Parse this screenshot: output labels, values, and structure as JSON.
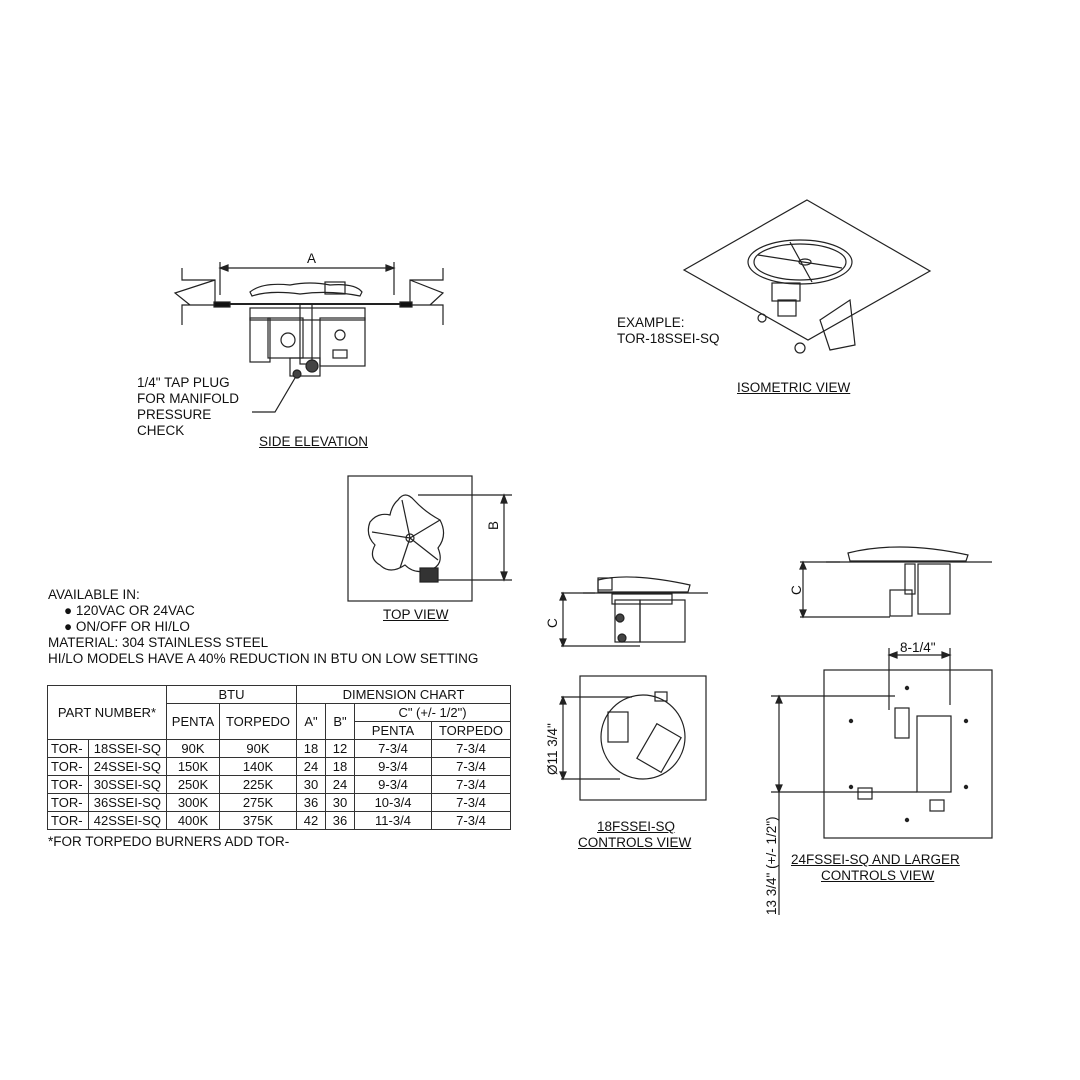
{
  "side_elevation": {
    "title": "SIDE ELEVATION",
    "dimension_label": "A",
    "callout": [
      "1/4\" TAP PLUG",
      "FOR MANIFOLD",
      "PRESSURE",
      "CHECK"
    ]
  },
  "isometric_view": {
    "title": "ISOMETRIC VIEW",
    "example_label": "EXAMPLE:",
    "example_part": "TOR-18SSEI-SQ"
  },
  "top_view": {
    "title": "TOP VIEW",
    "dimension_label": "B"
  },
  "notes": {
    "available_in": "AVAILABLE IN:",
    "bullets": [
      "120VAC OR 24VAC",
      "ON/OFF OR HI/LO"
    ],
    "material": "MATERIAL: 304 STAINLESS STEEL",
    "hilo_note": "HI/LO MODELS HAVE A 40% REDUCTION IN BTU ON LOW SETTING"
  },
  "table": {
    "headers": {
      "part_number": "PART NUMBER*",
      "btu": "BTU",
      "dimension_chart": "DIMENSION CHART",
      "penta": "PENTA",
      "torpedo": "TORPEDO",
      "a": "A\"",
      "b": "B\"",
      "c": "C\" (+/- 1/2\")",
      "c_penta": "PENTA",
      "c_torpedo": "TORPEDO"
    },
    "rows": [
      {
        "prefix": "TOR-",
        "part": "18SSEI-SQ",
        "btu_penta": "90K",
        "btu_torpedo": "90K",
        "a": "18",
        "b": "12",
        "c_penta": "7-3/4",
        "c_torpedo": "7-3/4"
      },
      {
        "prefix": "TOR-",
        "part": "24SSEI-SQ",
        "btu_penta": "150K",
        "btu_torpedo": "140K",
        "a": "24",
        "b": "18",
        "c_penta": "9-3/4",
        "c_torpedo": "7-3/4"
      },
      {
        "prefix": "TOR-",
        "part": "30SSEI-SQ",
        "btu_penta": "250K",
        "btu_torpedo": "225K",
        "a": "30",
        "b": "24",
        "c_penta": "9-3/4",
        "c_torpedo": "7-3/4"
      },
      {
        "prefix": "TOR-",
        "part": "36SSEI-SQ",
        "btu_penta": "300K",
        "btu_torpedo": "275K",
        "a": "36",
        "b": "30",
        "c_penta": "10-3/4",
        "c_torpedo": "7-3/4"
      },
      {
        "prefix": "TOR-",
        "part": "42SSEI-SQ",
        "btu_penta": "400K",
        "btu_torpedo": "375K",
        "a": "42",
        "b": "36",
        "c_penta": "11-3/4",
        "c_torpedo": "7-3/4"
      }
    ],
    "footnote": "*FOR TORPEDO BURNERS ADD TOR-"
  },
  "controls_18": {
    "title_line1": "18FSSEI-SQ",
    "title_line2": "CONTROLS VIEW",
    "dimension_c": "C",
    "diameter": "Ø11 3/4\""
  },
  "controls_24": {
    "title_line1": "24FSSEI-SQ AND LARGER",
    "title_line2": "CONTROLS VIEW",
    "dimension_c": "C",
    "width_dim": "8-1/4\"",
    "height_dim": "13 3/4\" (+/- 1/2\")"
  }
}
